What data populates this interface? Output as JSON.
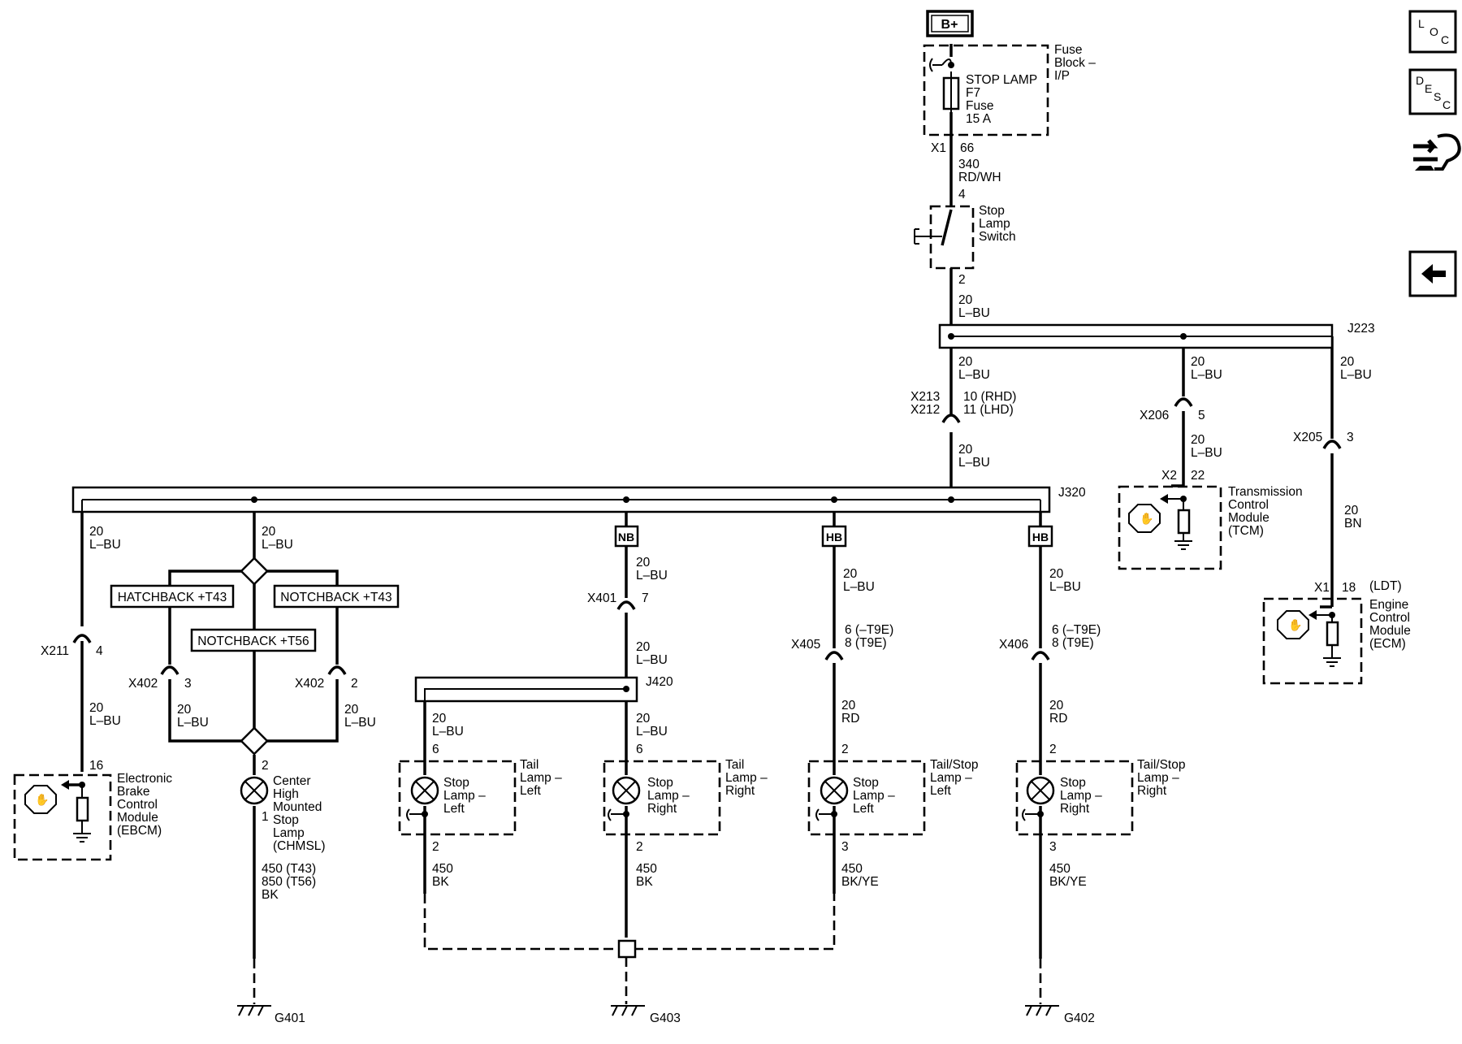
{
  "supply": {
    "label": "B+"
  },
  "fuse_block": {
    "title": [
      "Fuse",
      "Block –",
      "I/P"
    ],
    "fuse": [
      "STOP LAMP",
      "F7",
      "Fuse",
      "15 A"
    ],
    "connector": "X1",
    "pin": "66"
  },
  "wire_340": [
    "340",
    "RD/WH"
  ],
  "stop_lamp_switch": {
    "pin_in": "4",
    "pin_out": "2",
    "label": [
      "Stop",
      "Lamp",
      "Switch"
    ]
  },
  "wire_20_lbu": [
    "20",
    "L–BU"
  ],
  "splices": {
    "j223": "J223",
    "j320": "J320",
    "j420": "J420"
  },
  "x213": {
    "connectors": [
      "X213",
      "X212"
    ],
    "pins": [
      "10 (RHD)",
      "11 (LHD)"
    ]
  },
  "x206": {
    "connector": "X206",
    "pin": "5"
  },
  "x2": {
    "connector": "X2",
    "pin": "22"
  },
  "tcm": [
    "Transmission",
    "Control",
    "Module",
    "(TCM)"
  ],
  "x205": {
    "connector": "X205",
    "pin": "3"
  },
  "wire_20_bn": [
    "20",
    "BN"
  ],
  "ecm_conn": {
    "connector": "X1",
    "pin": "18",
    "note": "(LDT)"
  },
  "ecm": [
    "Engine",
    "Control",
    "Module",
    "(ECM)"
  ],
  "x211": {
    "connector": "X211",
    "pin": "4"
  },
  "ebcm": {
    "pin": "16",
    "label": [
      "Electronic",
      "Brake",
      "Control",
      "Module",
      "(EBCM)"
    ]
  },
  "options": {
    "hatchback": "HATCHBACK +T43",
    "notchback_t43": "NOTCHBACK +T43",
    "notchback_t56": "NOTCHBACK +T56"
  },
  "x402": {
    "connector": "X402",
    "pin_left": "3",
    "pin_right": "2"
  },
  "chmsl": {
    "pin_top": "2",
    "pin_bottom": "1",
    "label": [
      "Center",
      "High",
      "Mounted",
      "Stop",
      "Lamp",
      "(CHMSL)"
    ],
    "wire": [
      "450 (T43)",
      "850 (T56)",
      "BK"
    ]
  },
  "tags": {
    "nb": "NB",
    "hb": "HB"
  },
  "x401": {
    "connector": "X401",
    "pin": "7"
  },
  "x405": {
    "connector": "X405",
    "pins": [
      "6 (–T9E)",
      "8 (T9E)"
    ]
  },
  "x406": {
    "connector": "X406",
    "pins": [
      "6 (–T9E)",
      "8 (T9E)"
    ]
  },
  "wire_20_rd": [
    "20",
    "RD"
  ],
  "wire_450_bk": [
    "450",
    "BK"
  ],
  "wire_450_bkye": [
    "450",
    "BK/YE"
  ],
  "lamps": {
    "stop_left": [
      "Stop",
      "Lamp –",
      "Left"
    ],
    "stop_right": [
      "Stop",
      "Lamp –",
      "Right"
    ],
    "tail_left": [
      "Tail",
      "Lamp –",
      "Left"
    ],
    "tail_right": [
      "Tail",
      "Lamp –",
      "Right"
    ],
    "tailstop_left": [
      "Tail/Stop",
      "Lamp –",
      "Left"
    ],
    "tailstop_right": [
      "Tail/Stop",
      "Lamp –",
      "Right"
    ]
  },
  "lamp_pins": {
    "p6": "6",
    "p2": "2",
    "p3": "3"
  },
  "grounds": {
    "g401": "G401",
    "g403": "G403",
    "g402": "G402"
  },
  "sidebar": {
    "loc": [
      "L",
      "O",
      "C"
    ],
    "desc": [
      "D",
      "E",
      "S",
      "C"
    ],
    "icons": [
      "location-icon",
      "description-icon",
      "connector-tool-icon",
      "back-arrow-icon"
    ]
  }
}
